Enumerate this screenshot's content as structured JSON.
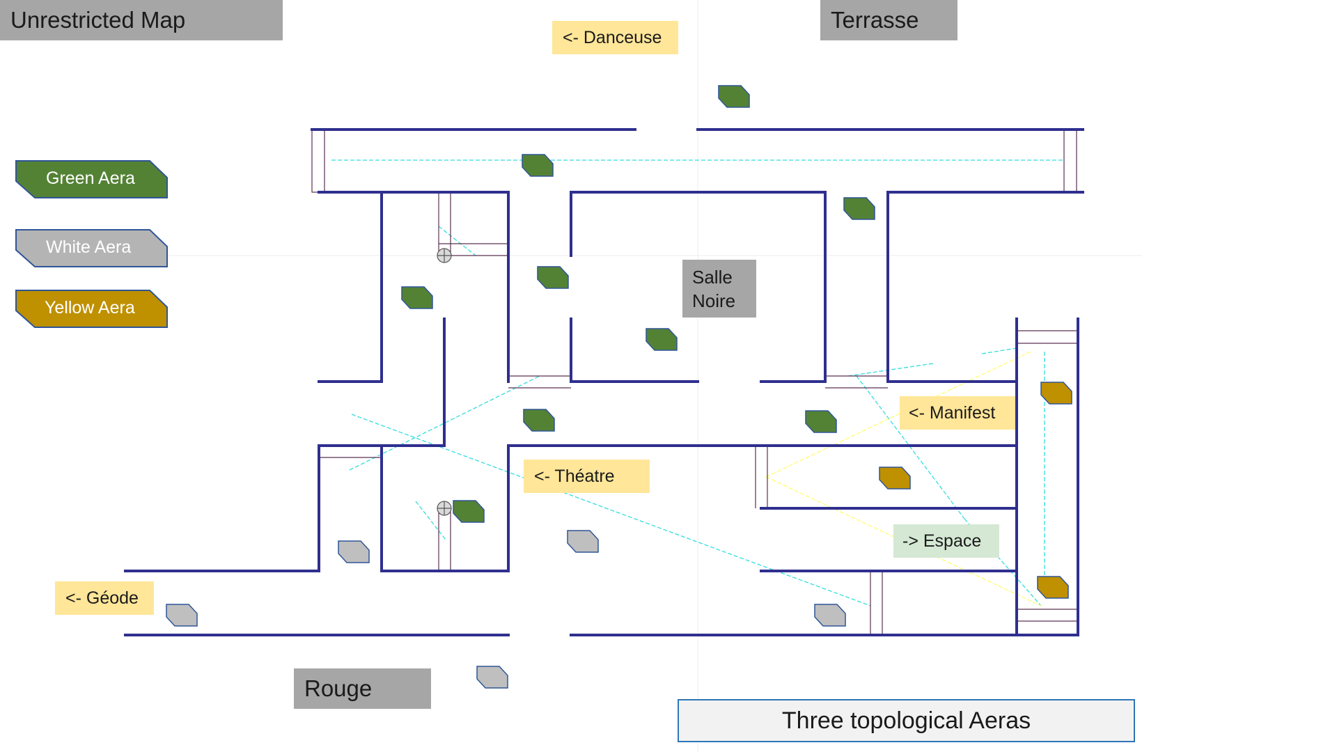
{
  "labels": {
    "unrestricted_map": "Unrestricted Map",
    "terrasse": "Terrasse",
    "danceuse": "<- Danceuse",
    "salle_noire_line1": "Salle",
    "salle_noire_line2": "Noire",
    "manifest": "<- Manifest",
    "theatre": "<- Théatre",
    "espace": "-> Espace",
    "geode": "<- Géode",
    "rouge": "Rouge",
    "footer_title": "Three topological Aeras"
  },
  "legend": [
    {
      "label": "Green Aera",
      "color": "#548235"
    },
    {
      "label": "White Aera",
      "color": "#b4b4b4"
    },
    {
      "label": "Yellow Aera",
      "color": "#bf9000"
    }
  ],
  "colors": {
    "wall": "#2f2f8f",
    "wall_edge": "#c55a11",
    "sight_line_cyan": "#33dddd",
    "sight_line_yellow": "#ffff66",
    "marker_border": "#2f5597"
  }
}
